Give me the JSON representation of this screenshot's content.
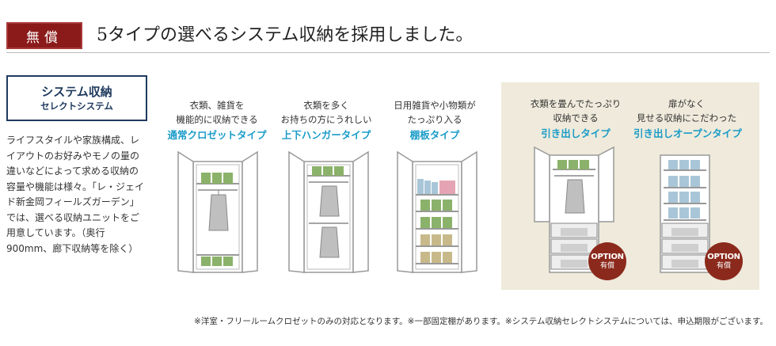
{
  "header": {
    "badge_label": "無償",
    "headline": "5タイプの選べるシステム収納を採用しました。"
  },
  "intro": {
    "box_title": "システム収納",
    "box_subtitle": "セレクトシステム",
    "description": "ライフスタイルや家族構成、レイアウトのお好みやモノの量の違いなどによって求める収納の容量や機能は様々。「レ・ジェイド新金岡フィールズガーデン」では、選べる収納ユニットをご用意しています。（奥行900mm、廊下収納等を除く）"
  },
  "types": [
    {
      "caption_1": "衣類、雑貨を",
      "caption_2": "機能的に収納できる",
      "title": "通常クロゼットタイプ"
    },
    {
      "caption_1": "衣類を多く",
      "caption_2": "お持ちの方にうれしい",
      "title": "上下ハンガータイプ"
    },
    {
      "caption_1": "日用雑貨や小物類が",
      "caption_2": "たっぷり入る",
      "title": "棚板タイプ"
    },
    {
      "caption_1": "衣類を畳んでたっぷり",
      "caption_2": "収納できる",
      "title": "引き出しタイプ"
    },
    {
      "caption_1": "扉がなく",
      "caption_2": "見せる収納にこだわった",
      "title": "引き出しオープンタイプ"
    }
  ],
  "option_badge": {
    "label": "OPTION",
    "sublabel": "有償"
  },
  "footnote": "※洋室・フリールームクロゼットのみの対応となります。※一部固定棚があります。※システム収納セレクトシステムについては、申込期限がございます。",
  "colors": {
    "badge_bg": "#8b1a1a",
    "type_title": "#1b9cc8",
    "box_border": "#1f3a5f",
    "panel_bg": "#efeadb",
    "option_bg": "#8b2a1c"
  }
}
